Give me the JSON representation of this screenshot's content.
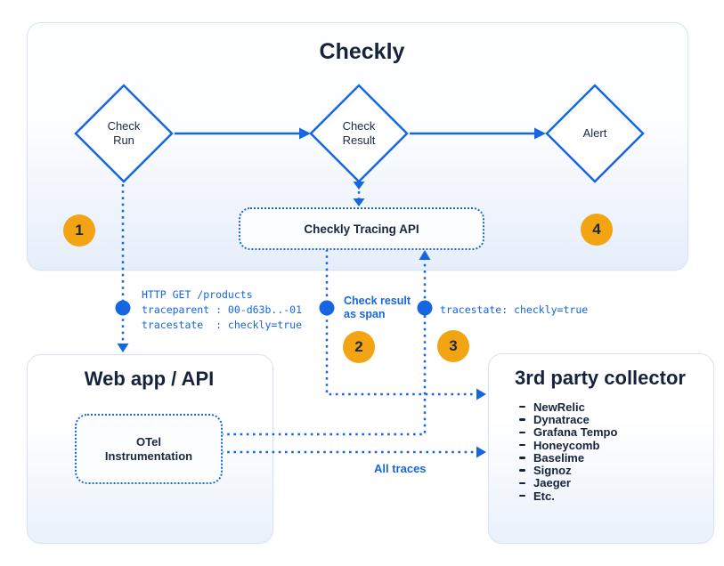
{
  "palette": {
    "accent_blue": "#1566e0",
    "badge_orange": "#f2a413",
    "text_navy": "#16233a"
  },
  "checkly_panel": {
    "title": "Checkly",
    "check_run_label": "Check\nRun",
    "check_result_label": "Check\nResult",
    "alert_label": "Alert",
    "tracing_api_label": "Checkly Tracing API"
  },
  "badges": [
    "1",
    "2",
    "3",
    "4"
  ],
  "annotations": {
    "http_request": "HTTP GET /products\ntraceparent : 00-d63b..-01\ntracestate  : checkly=true",
    "check_result_as_span": "Check result\nas span",
    "tracestate": "tracestate: checkly=true",
    "all_traces": "All traces"
  },
  "web_app_panel": {
    "title": "Web app / API",
    "otel_label": "OTel\nInstrumentation"
  },
  "collector_panel": {
    "title": "3rd party collector",
    "items": [
      "NewRelic",
      "Dynatrace",
      "Grafana Tempo",
      "Honeycomb",
      "Baselime",
      "Signoz",
      "Jaeger",
      "Etc."
    ]
  }
}
